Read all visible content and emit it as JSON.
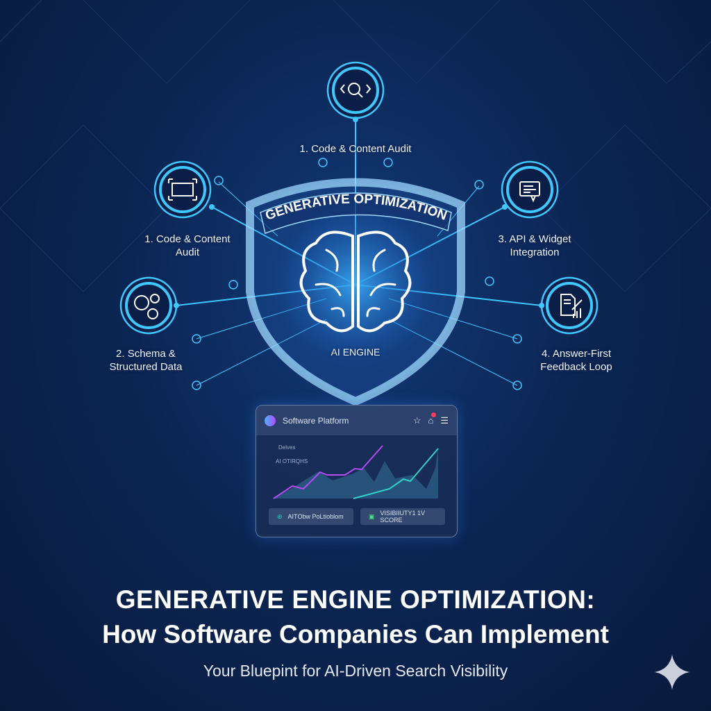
{
  "shield": {
    "banner": "GENERATIVE OPTIMIZATION",
    "core_label": "AI ENGINE"
  },
  "nodes": [
    {
      "label": "1. Code & Content Audit",
      "icon": "code-search-icon"
    },
    {
      "label": "1. Code & Content Audit",
      "icon": "screen-scan-icon"
    },
    {
      "label": "2. Schema & Structured Data",
      "icon": "gears-icon"
    },
    {
      "label": "3. API & Widget Integration",
      "icon": "chat-document-icon"
    },
    {
      "label": "4. Answer-First Feedback Loop",
      "icon": "report-chart-icon"
    }
  ],
  "panel": {
    "title": "Software Platform",
    "legend": "Delves",
    "series_label": "AI OTIRQHS",
    "button_left": "AIТObw PoLtioblom",
    "button_right": "VISIBIIUTY1 1V SCORE"
  },
  "headline": {
    "line1": "GENERATIVE ENGINE OPTIMIZATION:",
    "line2": "How Software Companies Can Implement",
    "subtitle": "Your Bluepint for AI-Driven Search Visibility"
  },
  "colors": {
    "background": "#0b2654",
    "accent": "#3fc8ff",
    "shield": "#9fd8ff",
    "line_purple": "#b44cf0",
    "line_teal": "#2fd3c8"
  }
}
